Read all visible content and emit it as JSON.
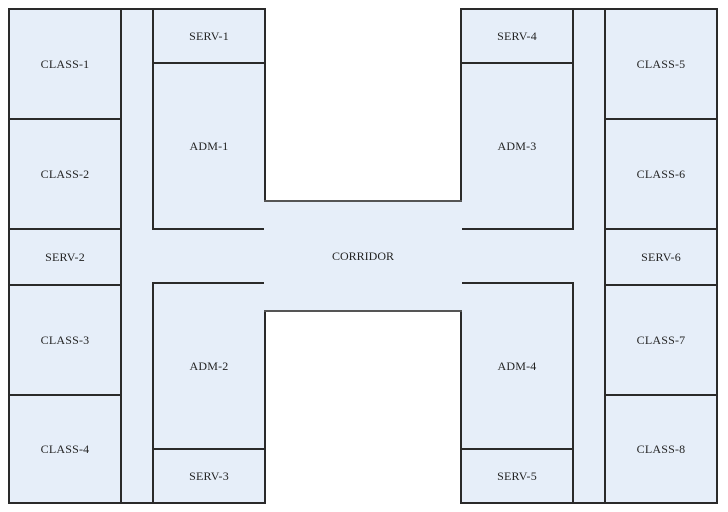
{
  "diagram": {
    "left_wing": {
      "class_1": "CLASS-1",
      "class_2": "CLASS-2",
      "serv_2": "SERV-2",
      "class_3": "CLASS-3",
      "class_4": "CLASS-4",
      "serv_1": "SERV-1",
      "adm_1": "ADM-1",
      "adm_2": "ADM-2",
      "serv_3": "SERV-3"
    },
    "corridor": "CORRIDOR",
    "right_wing": {
      "serv_4": "SERV-4",
      "adm_3": "ADM-3",
      "adm_4": "ADM-4",
      "serv_5": "SERV-5",
      "class_5": "CLASS-5",
      "class_6": "CLASS-6",
      "serv_6": "SERV-6",
      "class_7": "CLASS-7",
      "class_8": "CLASS-8"
    },
    "colors": {
      "room_fill": "#e6eef9",
      "wall": "#2a2a2a",
      "background": "#ffffff"
    }
  }
}
